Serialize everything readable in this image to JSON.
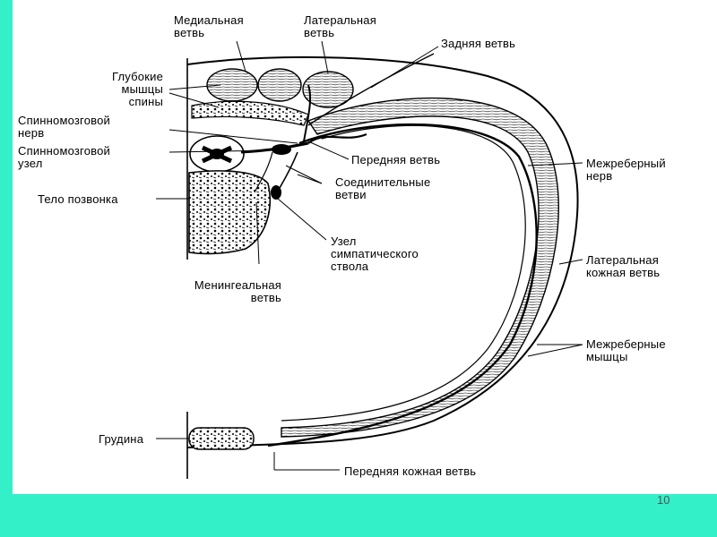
{
  "labels": {
    "medial_branch": "Медиальная\nветвь",
    "lateral_branch": "Латеральная\nветвь",
    "posterior_branch": "Задняя ветвь",
    "deep_back_muscles": "Глубокие\nмышцы\nспины",
    "spinal_nerve": "Спинномозговой\nнерв",
    "spinal_ganglion": "Спинномозговой\nузел",
    "vertebral_body": "Тело позвонка",
    "anterior_branch": "Передняя ветвь",
    "communicating_branches": "Соединительные\nветви",
    "sympathetic_ganglion": "Узел\nсимпатического\nствола",
    "meningeal_branch": "Менингеальная\nветвь",
    "intercostal_nerve": "Межреберный\nнерв",
    "lateral_cutaneous_branch": "Латеральная\nкожная ветвь",
    "intercostal_muscles": "Межреберные\nмышцы",
    "sternum": "Грудина",
    "anterior_cutaneous_branch": "Передняя кожная ветвь"
  },
  "page_number": "10",
  "colors": {
    "background": "#33f0c8",
    "slide": "#ffffff",
    "ink": "#000000"
  }
}
